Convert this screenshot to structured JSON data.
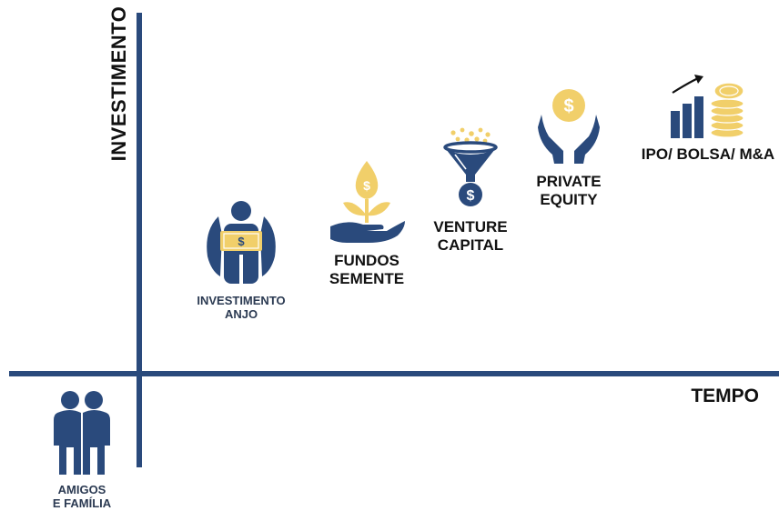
{
  "axes": {
    "y_label": "INVESTIMENTO",
    "x_label": "TEMPO"
  },
  "stages": [
    {
      "line1": "AMIGOS",
      "line2": "E FAMÍLIA",
      "icon": "family-icon"
    },
    {
      "line1": "INVESTIMENTO",
      "line2": "ANJO",
      "icon": "angel-investor-icon"
    },
    {
      "line1": "FUNDOS",
      "line2": "SEMENTE",
      "icon": "seed-fund-icon"
    },
    {
      "line1": "VENTURE",
      "line2": "CAPITAL",
      "icon": "funnel-money-icon"
    },
    {
      "line1": "PRIVATE",
      "line2": "EQUITY",
      "icon": "hands-coin-icon"
    },
    {
      "line1": "IPO/ BOLSA/ M&A",
      "icon": "growth-chart-coins-icon"
    }
  ],
  "colors": {
    "navy": "#2a4a7c",
    "gold": "#f1cf6a",
    "text": "#111111"
  }
}
